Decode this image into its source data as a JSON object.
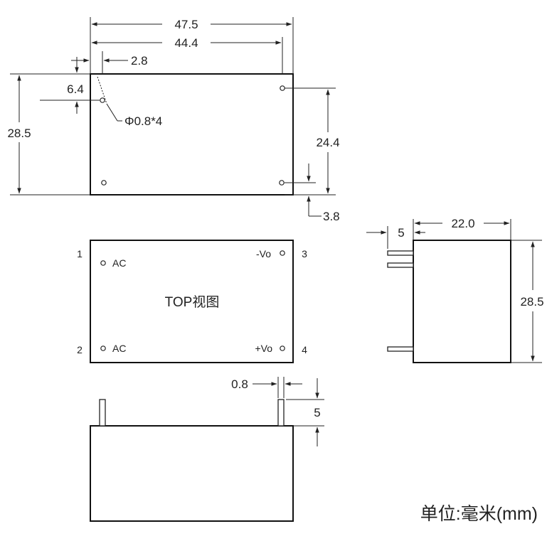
{
  "top_view": {
    "dim_width_overall": "47.5",
    "dim_width_holes": "44.4",
    "dim_hole_offset_x": "2.8",
    "dim_hole_offset_y": "6.4",
    "dim_height": "28.5",
    "dim_hole_spec": "Φ0.8*4",
    "dim_holes_vertical": "24.4",
    "dim_hole_offset_bottom": "3.8"
  },
  "pin_view": {
    "title": "TOP视图",
    "pins": [
      {
        "number": "1",
        "label": "AC"
      },
      {
        "number": "2",
        "label": "AC"
      },
      {
        "number": "3",
        "label": "-Vo"
      },
      {
        "number": "4",
        "label": "+Vo"
      }
    ]
  },
  "side_view": {
    "dim_pin_length": "5",
    "dim_depth": "22.0",
    "dim_height": "28.5"
  },
  "front_view": {
    "dim_pin_diameter": "0.8",
    "dim_pin_length": "5"
  },
  "unit_note": "单位:毫米(mm)"
}
